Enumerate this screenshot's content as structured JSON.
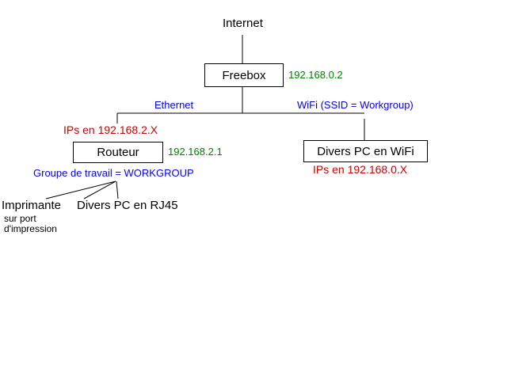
{
  "diagram": {
    "internet_label": "Internet",
    "freebox": {
      "label": "Freebox",
      "ip": "192.168.0.2"
    },
    "branches": {
      "ethernet_label": "Ethernet",
      "wifi_label": "WiFi  (SSID = Workgroup)"
    },
    "router": {
      "ips_label": "IPs en 192.168.2.X",
      "label": "Routeur",
      "ip": "192.168.2.1",
      "workgroup_label": "Groupe de travail = WORKGROUP"
    },
    "wifi_pc": {
      "label": "Divers PC en WiFi",
      "ips_label": "IPs en 192.168.0.X"
    },
    "printer": {
      "label": "Imprimante",
      "sub_line1": "sur port",
      "sub_line2": "d'impression"
    },
    "rj45_pc_label": "Divers PC en RJ45",
    "colors": {
      "green_ip": "#008000",
      "blue_network": "#0000ff",
      "red_ips": "#cc0000",
      "line": "#000000",
      "background": "#ffffff"
    }
  }
}
